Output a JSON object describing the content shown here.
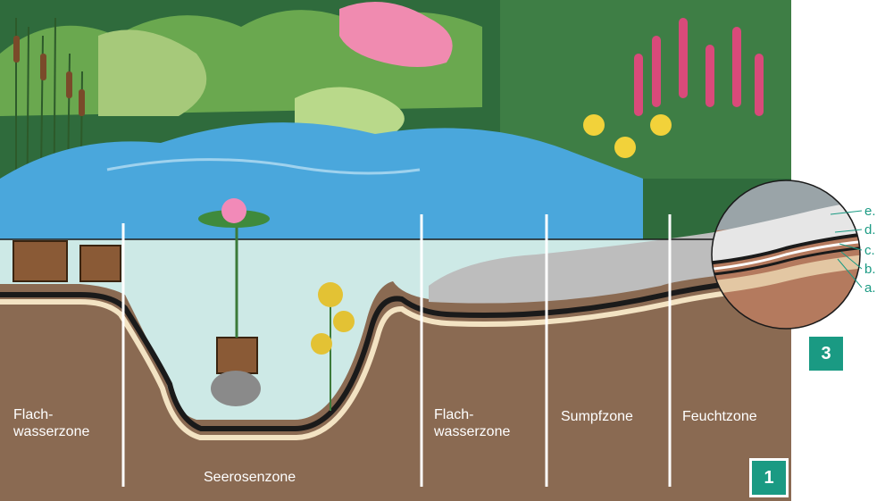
{
  "zones": [
    {
      "id": "flachwasserzone-left",
      "label": "Flach-\nwasserzone"
    },
    {
      "id": "seerosenzone",
      "label": "Seerosenzone"
    },
    {
      "id": "flachwasserzone-right",
      "label": "Flach-\nwasserzone"
    },
    {
      "id": "sumpfzone",
      "label": "Sumpfzone"
    },
    {
      "id": "feuchtzone",
      "label": "Feuchtzone"
    }
  ],
  "layers": [
    {
      "id": "a",
      "label": "a."
    },
    {
      "id": "b",
      "label": "b."
    },
    {
      "id": "c",
      "label": "c."
    },
    {
      "id": "d",
      "label": "d."
    },
    {
      "id": "e",
      "label": "e."
    }
  ],
  "badges": {
    "main": "1",
    "detail": "3"
  },
  "colors": {
    "soil": "#8a6a52",
    "water": "#cde9e6",
    "water_surface": "#4aa7dc",
    "accent": "#1a9a83",
    "gravel": "#cfcfcf",
    "liner": "#1a1a1a"
  }
}
